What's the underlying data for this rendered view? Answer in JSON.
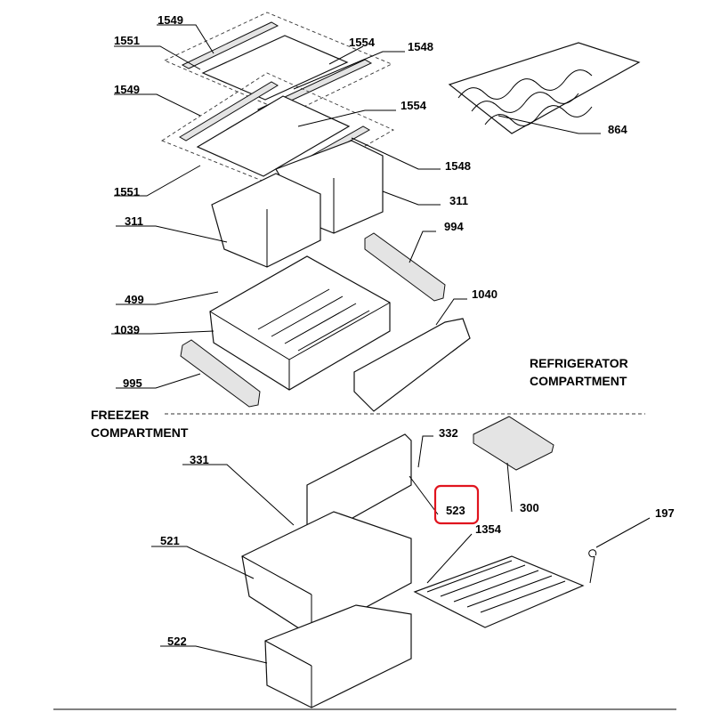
{
  "labels": {
    "l1549a": "1549",
    "l1554a": "1554",
    "l1551a": "1551",
    "l1548a": "1548",
    "l1549b": "1549",
    "l1554b": "1554",
    "l1548b": "1548",
    "l1551b": "1551",
    "l311a": "311",
    "l311b": "311",
    "l994": "994",
    "l864": "864",
    "l499": "499",
    "l1040": "1040",
    "l1039": "1039",
    "l995": "995",
    "l332": "332",
    "l331": "331",
    "l523": "523",
    "l300": "300",
    "l197": "197",
    "l521": "521",
    "l1354": "1354",
    "l522": "522"
  },
  "sections": {
    "refrigerator_line1": "REFRIGERATOR",
    "refrigerator_line2": "COMPARTMENT",
    "freezer_line1": "FREEZER",
    "freezer_line2": "COMPARTMENT"
  },
  "highlight_color": "#e0141e"
}
